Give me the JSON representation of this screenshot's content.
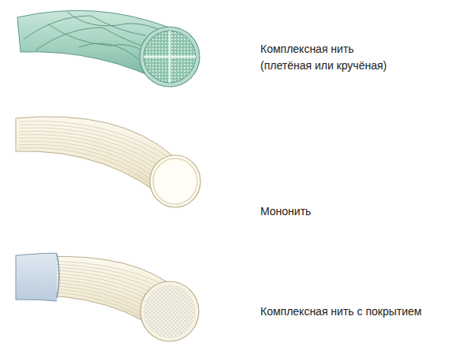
{
  "diagram": {
    "labels": [
      "Комплексная нить (плетёная или кручёная)",
      "Мононить",
      "Комплексная нить с покрытием"
    ]
  }
}
